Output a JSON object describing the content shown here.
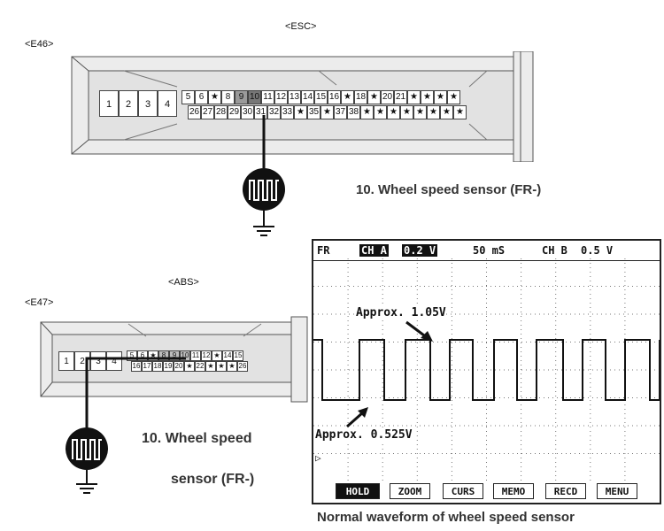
{
  "esc": {
    "title": "<ESC>",
    "connector_id": "<E46>",
    "big_pins": [
      "1",
      "2",
      "3",
      "4"
    ],
    "row1": [
      "5",
      "6",
      "★",
      "8",
      "9",
      "10",
      "11",
      "12",
      "13",
      "14",
      "15",
      "16",
      "★",
      "18",
      "★",
      "20",
      "21",
      "★",
      "★",
      "★",
      "★"
    ],
    "row2": [
      "26",
      "27",
      "28",
      "29",
      "30",
      "31",
      "32",
      "33",
      "★",
      "35",
      "★",
      "37",
      "38",
      "★",
      "★",
      "★",
      "★",
      "★",
      "★",
      "★",
      "★"
    ],
    "highlight_pin": "10",
    "caption": "10. Wheel speed sensor (FR-)"
  },
  "abs": {
    "title": "<ABS>",
    "connector_id": "<E47>",
    "big_pins": [
      "1",
      "2",
      "3",
      "4"
    ],
    "row1": [
      "5",
      "6",
      "★",
      "8",
      "9",
      "10",
      "11",
      "12",
      "★",
      "14",
      "15"
    ],
    "row2": [
      "16",
      "17",
      "18",
      "19",
      "20",
      "★",
      "22",
      "★",
      "★",
      "★",
      "26"
    ],
    "caption_line1": "10. Wheel speed",
    "caption_line2": "sensor (FR-)"
  },
  "scope": {
    "header": {
      "channel_label": "FR",
      "ch_a": "CH A",
      "ch_a_volt": "0.2 V",
      "time": "50 mS",
      "ch_b": "CH B",
      "ch_b_volt": "0.5 V"
    },
    "annotation_high": "Approx. 1.05V",
    "annotation_low": "Approx. 0.525V",
    "marker": "▷",
    "buttons": [
      {
        "label": "HOLD",
        "active": true
      },
      {
        "label": "ZOOM",
        "active": false
      },
      {
        "label": "CURS",
        "active": false
      },
      {
        "label": "MEMO",
        "active": false
      },
      {
        "label": "RECD",
        "active": false
      },
      {
        "label": "MENU",
        "active": false
      }
    ]
  },
  "figure_caption": "Normal waveform of wheel speed sensor"
}
